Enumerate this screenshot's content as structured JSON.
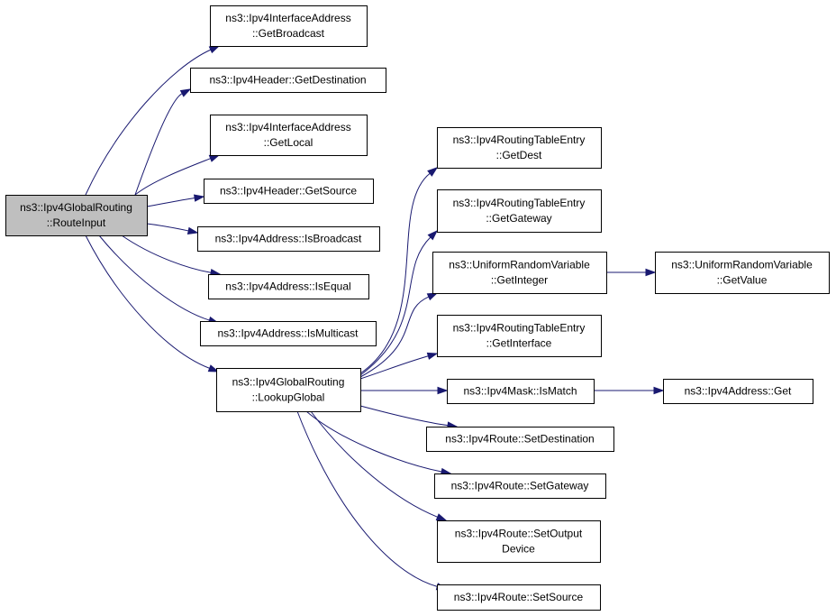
{
  "graph": {
    "nodes": [
      {
        "id": "route_input",
        "lines": [
          "ns3::Ipv4GlobalRouting",
          "::RouteInput"
        ]
      },
      {
        "id": "get_broadcast",
        "lines": [
          "ns3::Ipv4InterfaceAddress",
          "::GetBroadcast"
        ]
      },
      {
        "id": "get_destination",
        "lines": [
          "ns3::Ipv4Header::GetDestination"
        ]
      },
      {
        "id": "get_local",
        "lines": [
          "ns3::Ipv4InterfaceAddress",
          "::GetLocal"
        ]
      },
      {
        "id": "get_source",
        "lines": [
          "ns3::Ipv4Header::GetSource"
        ]
      },
      {
        "id": "is_broadcast",
        "lines": [
          "ns3::Ipv4Address::IsBroadcast"
        ]
      },
      {
        "id": "is_equal",
        "lines": [
          "ns3::Ipv4Address::IsEqual"
        ]
      },
      {
        "id": "is_multicast",
        "lines": [
          "ns3::Ipv4Address::IsMulticast"
        ]
      },
      {
        "id": "lookup_global",
        "lines": [
          "ns3::Ipv4GlobalRouting",
          "::LookupGlobal"
        ]
      },
      {
        "id": "get_dest",
        "lines": [
          "ns3::Ipv4RoutingTableEntry",
          "::GetDest"
        ]
      },
      {
        "id": "get_gateway",
        "lines": [
          "ns3::Ipv4RoutingTableEntry",
          "::GetGateway"
        ]
      },
      {
        "id": "get_integer",
        "lines": [
          "ns3::UniformRandomVariable",
          "::GetInteger"
        ]
      },
      {
        "id": "get_interface",
        "lines": [
          "ns3::Ipv4RoutingTableEntry",
          "::GetInterface"
        ]
      },
      {
        "id": "is_match",
        "lines": [
          "ns3::Ipv4Mask::IsMatch"
        ]
      },
      {
        "id": "set_destination",
        "lines": [
          "ns3::Ipv4Route::SetDestination"
        ]
      },
      {
        "id": "set_gateway",
        "lines": [
          "ns3::Ipv4Route::SetGateway"
        ]
      },
      {
        "id": "set_output_device",
        "lines": [
          "ns3::Ipv4Route::SetOutput",
          "Device"
        ]
      },
      {
        "id": "set_source",
        "lines": [
          "ns3::Ipv4Route::SetSource"
        ]
      },
      {
        "id": "get_value",
        "lines": [
          "ns3::UniformRandomVariable",
          "::GetValue"
        ]
      },
      {
        "id": "addr_get",
        "lines": [
          "ns3::Ipv4Address::Get"
        ]
      }
    ],
    "edges": [
      {
        "from": "route_input",
        "to": "get_broadcast"
      },
      {
        "from": "route_input",
        "to": "get_destination"
      },
      {
        "from": "route_input",
        "to": "get_local"
      },
      {
        "from": "route_input",
        "to": "get_source"
      },
      {
        "from": "route_input",
        "to": "is_broadcast"
      },
      {
        "from": "route_input",
        "to": "is_equal"
      },
      {
        "from": "route_input",
        "to": "is_multicast"
      },
      {
        "from": "route_input",
        "to": "lookup_global"
      },
      {
        "from": "lookup_global",
        "to": "get_dest"
      },
      {
        "from": "lookup_global",
        "to": "get_gateway"
      },
      {
        "from": "lookup_global",
        "to": "get_integer"
      },
      {
        "from": "lookup_global",
        "to": "get_interface"
      },
      {
        "from": "lookup_global",
        "to": "is_match"
      },
      {
        "from": "lookup_global",
        "to": "set_destination"
      },
      {
        "from": "lookup_global",
        "to": "set_gateway"
      },
      {
        "from": "lookup_global",
        "to": "set_output_device"
      },
      {
        "from": "lookup_global",
        "to": "set_source"
      },
      {
        "from": "get_integer",
        "to": "get_value"
      },
      {
        "from": "is_match",
        "to": "addr_get"
      }
    ],
    "colors": {
      "edge": "#191970",
      "root_fill": "#bfbfbf",
      "node_fill": "#ffffff",
      "border": "#000000"
    }
  }
}
